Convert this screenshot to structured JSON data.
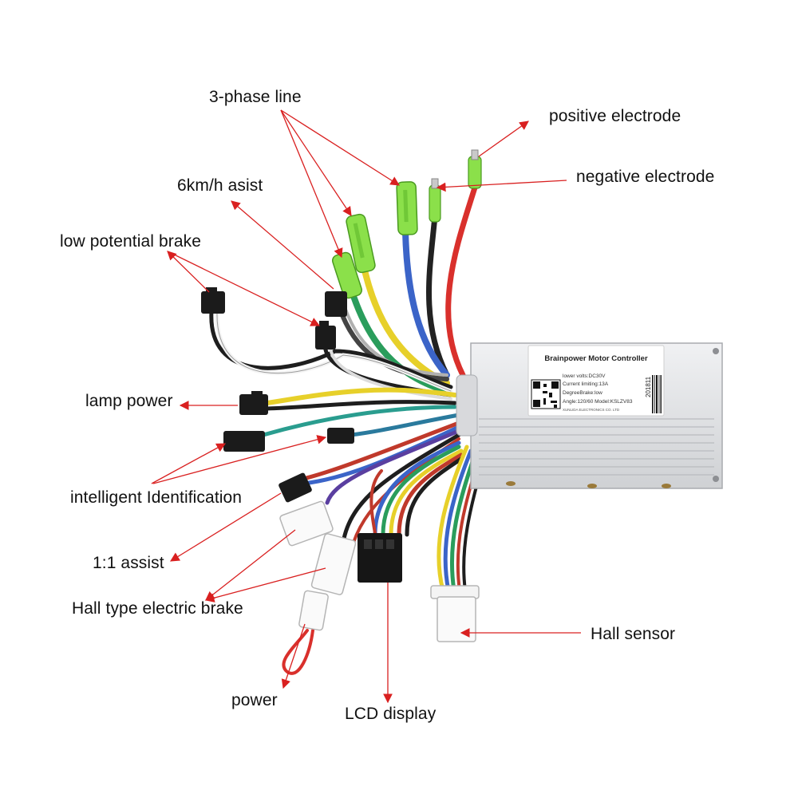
{
  "callouts": {
    "three_phase_line": "3-phase line",
    "positive_electrode": "positive electrode",
    "negative_electrode": "negative electrode",
    "assist_6kmh": "6km/h asist",
    "low_potential_brake": "low potential brake",
    "lamp_power": "lamp power",
    "intelligent_identification": "intelligent Identification",
    "assist_1to1": "1:1 assist",
    "hall_brake": "Hall type electric brake",
    "power": "power",
    "lcd_display": "LCD display",
    "hall_sensor": "Hall sensor"
  },
  "controller_label": {
    "title": "Brainpower Motor Controller",
    "line1": "lower volts:DC30V",
    "line2": "Current limiting:13A",
    "line3": "DegreeBrake:low",
    "line4": "Angle:120/60   Model:KSLZV83",
    "line5": "XUNLIDA ELECTRONICS CO. LTD",
    "serial": "201811"
  },
  "colors": {
    "arrow": "#d92020",
    "housing": "#e3e4e6",
    "connector_green": "#8be04a"
  }
}
